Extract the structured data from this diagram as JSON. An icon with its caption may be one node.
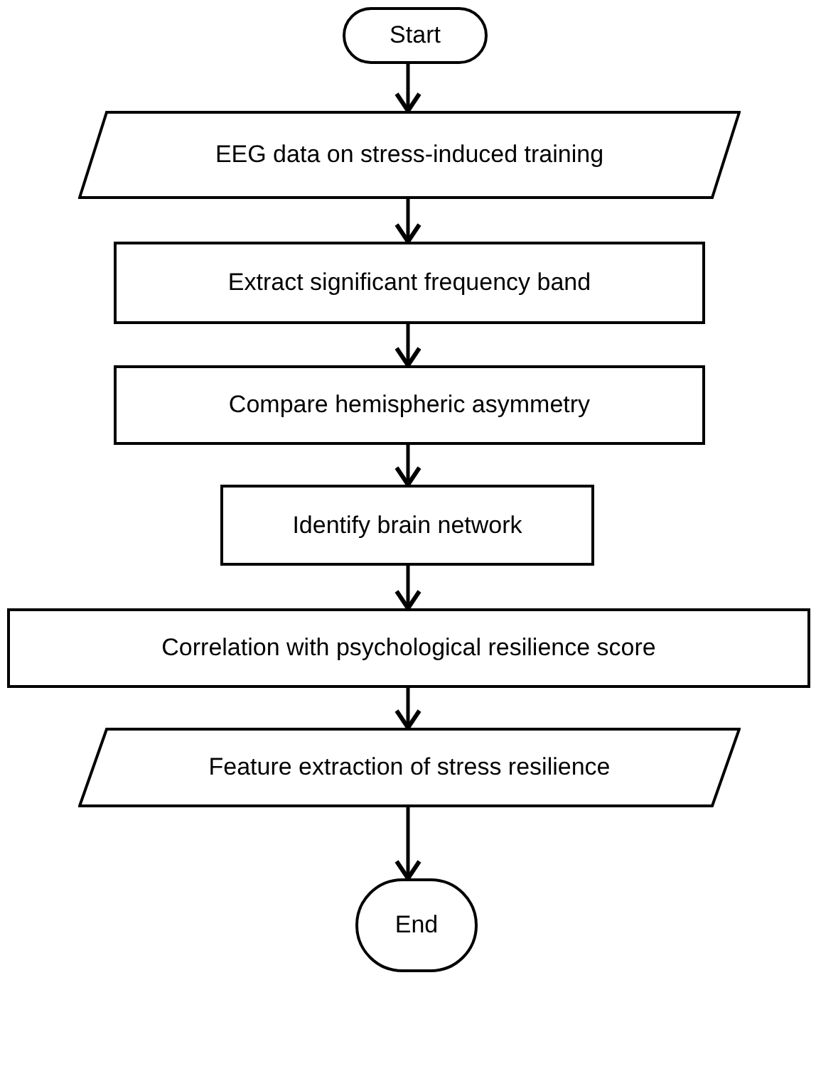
{
  "diagram": {
    "nodes": [
      {
        "text": [
          "Start"
        ]
      },
      {
        "text": [
          "EEG data on stress-induced training"
        ]
      },
      {
        "text": [
          "Extract significant frequency band"
        ]
      },
      {
        "text": [
          "Compare hemispheric asymmetry"
        ]
      },
      {
        "text": [
          "Identify brain network"
        ]
      },
      {
        "text": [
          "Correlation with psychological resilience score"
        ]
      },
      {
        "text": [
          "Feature extraction of stress resilience"
        ]
      },
      {
        "text": [
          "End"
        ]
      }
    ],
    "edges": [
      {
        "from": 0,
        "to": 1,
        "arrow": "to"
      },
      {
        "from": 1,
        "to": 2,
        "arrow": "to"
      },
      {
        "from": 2,
        "to": 3,
        "arrow": "to"
      },
      {
        "from": 3,
        "to": 4,
        "arrow": "to"
      },
      {
        "from": 4,
        "to": 5,
        "arrow": "to"
      },
      {
        "from": 5,
        "to": 6,
        "arrow": "to"
      },
      {
        "from": 6,
        "to": 7,
        "arrow": "to"
      }
    ]
  }
}
